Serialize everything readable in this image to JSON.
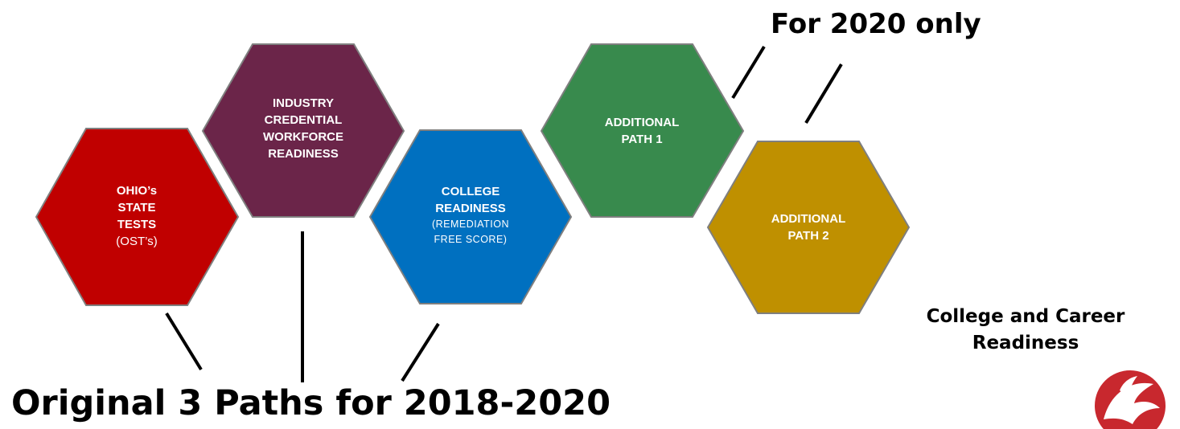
{
  "hexagons": [
    {
      "id": "ohio",
      "fill": "#c00000",
      "lines": [
        {
          "text": "OHIO’s",
          "style": "b"
        },
        {
          "text": "STATE",
          "style": "b"
        },
        {
          "text": "TESTS",
          "style": "b"
        },
        {
          "text": "(OST’s)",
          "style": "n"
        }
      ]
    },
    {
      "id": "industry",
      "fill": "#6b2549",
      "lines": [
        {
          "text": "INDUSTRY",
          "style": "b"
        },
        {
          "text": "CREDENTIAL",
          "style": "b"
        },
        {
          "text": "WORKFORCE",
          "style": "b"
        },
        {
          "text": "READINESS",
          "style": "b"
        }
      ]
    },
    {
      "id": "college",
      "fill": "#0070c0",
      "lines": [
        {
          "text": "COLLEGE",
          "style": "b"
        },
        {
          "text": "READINESS",
          "style": "b"
        },
        {
          "text": "(REMEDIATION",
          "style": "s"
        },
        {
          "text": "FREE SCORE)",
          "style": "s"
        }
      ]
    },
    {
      "id": "path1",
      "fill": "#388a4d",
      "lines": [
        {
          "text": "ADDITIONAL",
          "style": "b"
        },
        {
          "text": "PATH 1",
          "style": "b"
        }
      ]
    },
    {
      "id": "path2",
      "fill": "#bf9000",
      "lines": [
        {
          "text": "ADDITIONAL",
          "style": "b"
        },
        {
          "text": "PATH 2",
          "style": "b"
        }
      ]
    }
  ],
  "titles": {
    "bottom": "Original 3 Paths for 2018-2020",
    "top": "For 2020 only",
    "caption_line1": "College and Career",
    "caption_line2": "Readiness"
  },
  "colors": {
    "hex_stroke": "#7f7f7f",
    "logo_red": "#c8282e"
  },
  "logo": {
    "icon": "cardinal-logo-icon"
  }
}
